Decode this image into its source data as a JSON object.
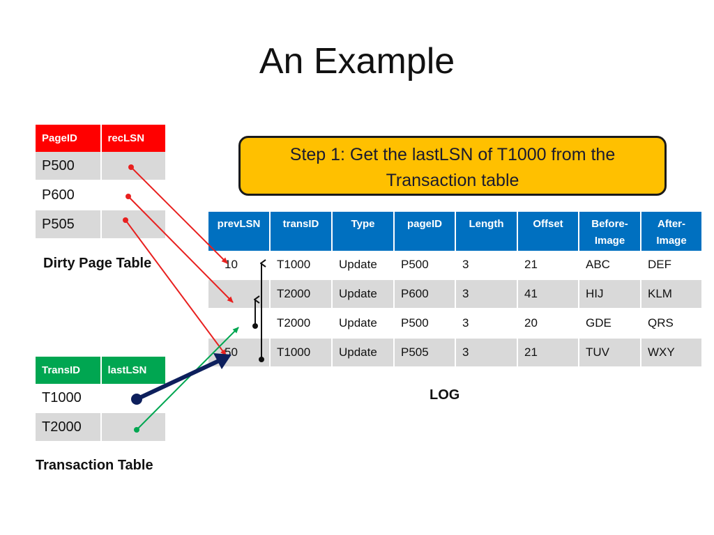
{
  "title": "An Example",
  "callout": {
    "line1": "Step 1: Get the lastLSN of T1000 from the",
    "line2": "Transaction table"
  },
  "dirty_page_table": {
    "caption": "Dirty Page Table",
    "headers": [
      "PageID",
      "recLSN"
    ],
    "rows": [
      {
        "page_id": "P500"
      },
      {
        "page_id": "P600"
      },
      {
        "page_id": "P505"
      }
    ]
  },
  "transaction_table": {
    "caption": "Transaction Table",
    "headers": [
      "TransID",
      "lastLSN"
    ],
    "rows": [
      {
        "trans_id": "T1000"
      },
      {
        "trans_id": "T2000"
      }
    ]
  },
  "log": {
    "caption": "LOG",
    "headers": {
      "prevlsn": "prevLSN",
      "transid": "transID",
      "type": "Type",
      "pageid": "pageID",
      "length": "Length",
      "offset": "Offset",
      "before1": "Before-",
      "before2": "Image",
      "after1": "After-",
      "after2": "Image"
    },
    "rows": [
      {
        "lsn": "10",
        "trans_id": "T1000",
        "type": "Update",
        "page_id": "P500",
        "length": "3",
        "offset": "21",
        "before": "ABC",
        "after": "DEF"
      },
      {
        "lsn": "",
        "trans_id": "T2000",
        "type": "Update",
        "page_id": "P600",
        "length": "3",
        "offset": "41",
        "before": "HIJ",
        "after": "KLM"
      },
      {
        "lsn": "",
        "trans_id": "T2000",
        "type": "Update",
        "page_id": "P500",
        "length": "3",
        "offset": "20",
        "before": "GDE",
        "after": "QRS"
      },
      {
        "lsn": "50",
        "trans_id": "T1000",
        "type": "Update",
        "page_id": "P505",
        "length": "3",
        "offset": "21",
        "before": "TUV",
        "after": "WXY"
      }
    ]
  },
  "colors": {
    "dirty_header": "#ff0000",
    "trans_header": "#00a651",
    "log_header": "#0070c0",
    "callout_fill": "#ffc000",
    "highlight_arrow": "#0d1f5c",
    "rec_arrow": "#e8201f",
    "last_arrow": "#00a651"
  }
}
